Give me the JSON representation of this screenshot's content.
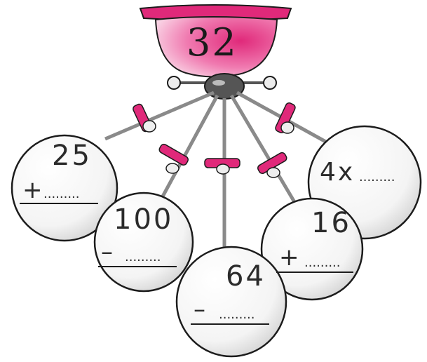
{
  "lamp": {
    "number": "32"
  },
  "balls": [
    {
      "id": "left-top",
      "number": "25",
      "operator": "+",
      "blank": "........."
    },
    {
      "id": "left-mid",
      "number": "100",
      "operator": "–",
      "blank": "........."
    },
    {
      "id": "bottom",
      "number": "64",
      "operator": "–",
      "blank": "........."
    },
    {
      "id": "right-mid",
      "number": "16",
      "operator": "+",
      "blank": "........."
    },
    {
      "id": "right-top",
      "number": "4x",
      "blank": "........."
    }
  ],
  "colors": {
    "accent": "#e0297a",
    "outline": "#1c1c1c",
    "rod": "#8a8a8a",
    "ball_shade": "#d8d8d8"
  }
}
